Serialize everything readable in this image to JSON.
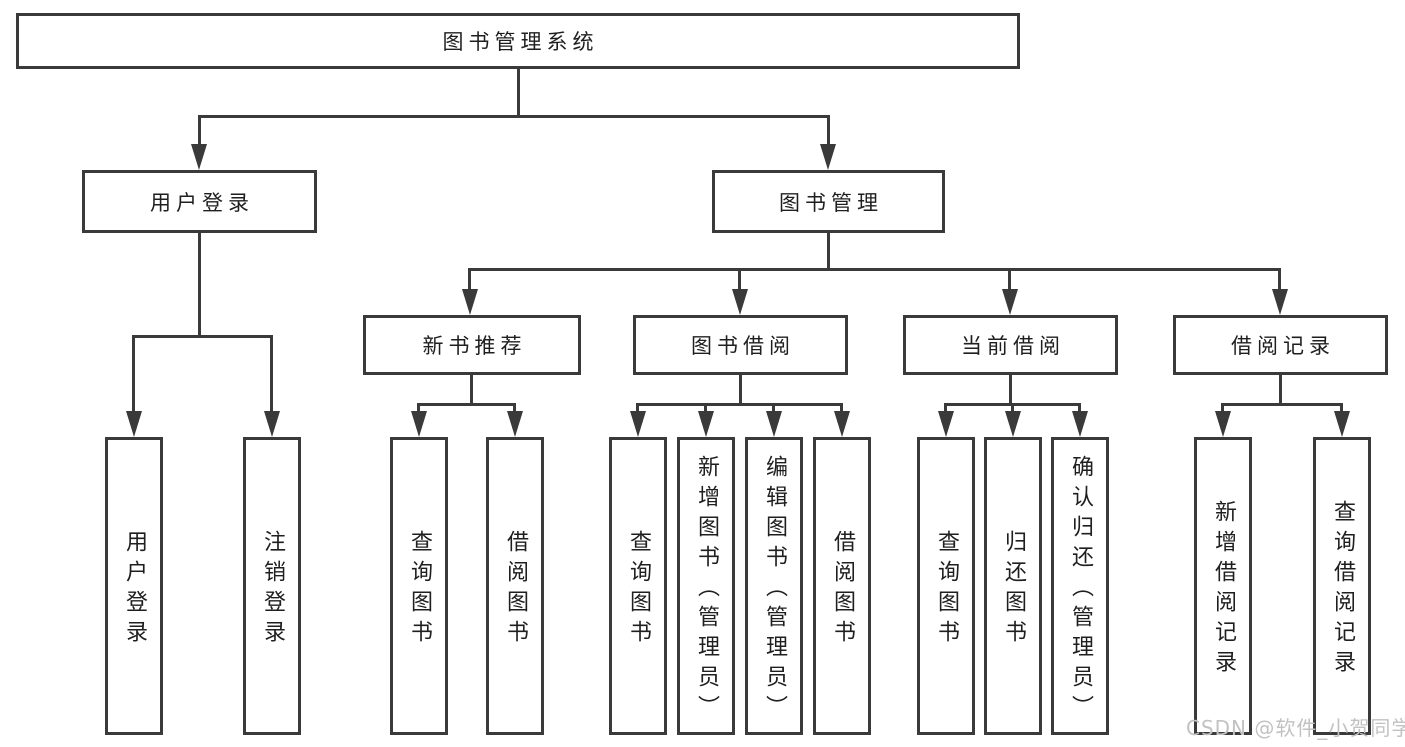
{
  "tree": {
    "root": "图书管理系统",
    "level2": [
      {
        "label": "用户登录",
        "children": [
          "用户登录",
          "注销登录"
        ]
      },
      {
        "label": "图书管理",
        "sections": [
          {
            "label": "新书推荐",
            "children": [
              "查询图书",
              "借阅图书"
            ]
          },
          {
            "label": "图书借阅",
            "children": [
              "查询图书",
              "新增图书（管理员）",
              "编辑图书（管理员）",
              "借阅图书"
            ]
          },
          {
            "label": "当前借阅",
            "children": [
              "查询图书",
              "归还图书",
              "确认归还（管理员）"
            ]
          },
          {
            "label": "借阅记录",
            "children": [
              "新增借阅记录",
              "查询借阅记录"
            ]
          }
        ]
      }
    ]
  },
  "watermark": {
    "text": "CSDN @软件_小贺同学"
  },
  "colors": {
    "line": "#3a3a3a",
    "text": "#1f1f1f",
    "background": "#ffffff",
    "watermark": "#c2c2c2"
  }
}
